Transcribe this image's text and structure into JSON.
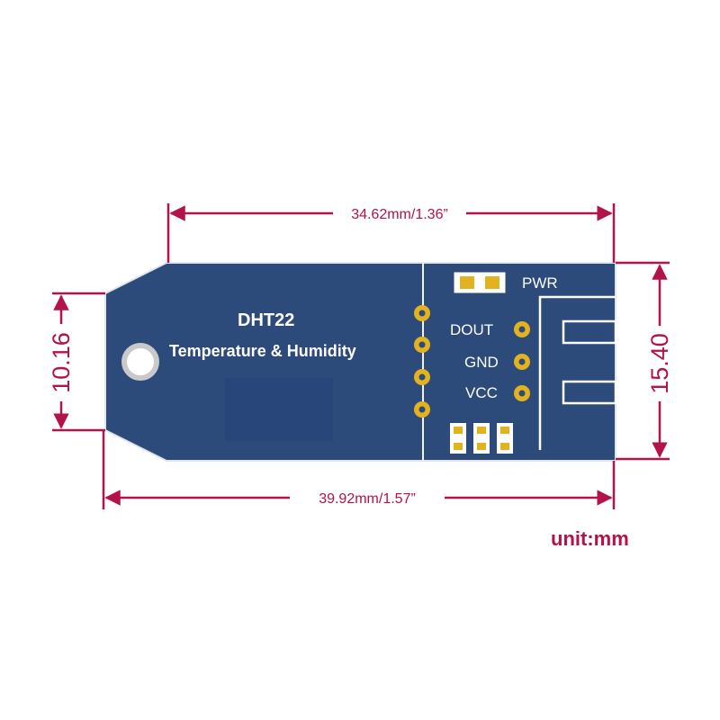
{
  "colors": {
    "dimension": "#b3124a",
    "board": "#2c4a7a",
    "board_dark": "#1f3a66",
    "pad": "#e3b21f",
    "text_on_board": "#ffffff"
  },
  "board": {
    "title": "DHT22",
    "subtitle": "Temperature & Humidity",
    "pwr_label": "PWR",
    "pins": [
      "DOUT",
      "GND",
      "VCC"
    ]
  },
  "dimensions": {
    "top_width": "34.62mm/1.36”",
    "bottom_width": "39.92mm/1.57”",
    "left_height": "10.16",
    "right_height": "15.40"
  },
  "unit_label": "unit:mm"
}
